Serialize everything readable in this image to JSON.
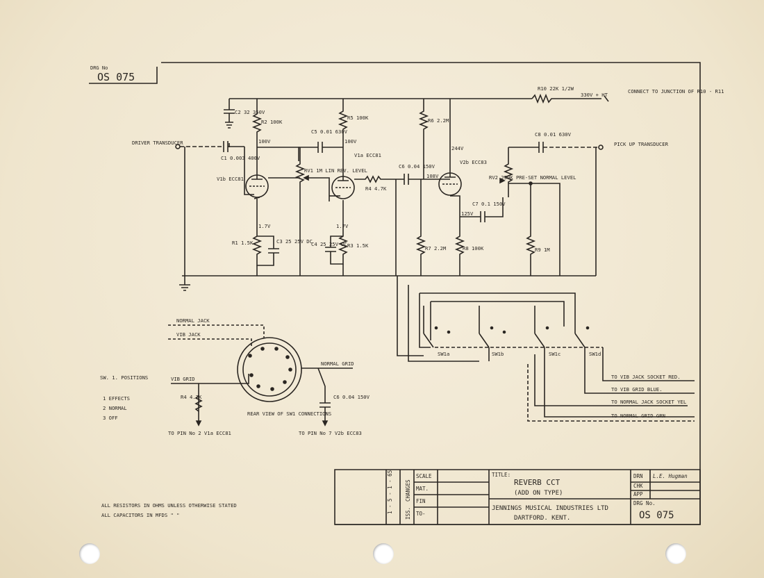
{
  "drawing_no": {
    "label": "DRG No",
    "value": "OS 075"
  },
  "inputs": {
    "driver": "DRIVER TRANSDUCER",
    "pickup": "PICK UP TRANSDUCER",
    "ht": "330V + HT",
    "ht_note": "CONNECT TO JUNCTION OF R10 - R11"
  },
  "components": {
    "c2": "C2 32 350V",
    "r2": "R2 100K",
    "r2_v": "100V",
    "c1": "C1 0.003 400V",
    "v1b": "V1b ECC81",
    "r1": "R1 1.5K",
    "r1_v": "1.7V",
    "c3": "C3 25 25V DC",
    "c5": "C5 0.01 630V",
    "rv1": "RV1 1M LIN REV. LEVEL",
    "r5": "R5 100K",
    "r5_v": "100V",
    "v1a": "V1a ECC81",
    "r4": "R4 4.7K",
    "c4": "C4 25 25V DC",
    "r3": "R3 1.5K",
    "r3_v": "1.7V",
    "c6": "C6 0.04 150V",
    "r6": "R6 2.2M",
    "r6_v": "244V",
    "v2b": "V2b ECC83",
    "v2b_v": "108V",
    "r7": "R7 2.2M",
    "r8": "R8 100K",
    "r8_v": "125V",
    "c7": "C7 0.1 150V",
    "rv2": "RV2 250K PRE-SET NORMAL LEVEL",
    "c8": "C8 0.01 630V",
    "r9": "R9 1M",
    "r10": "R10 22K 1/2W"
  },
  "switch": {
    "labels": [
      "SW1a",
      "SW1b",
      "SW1c",
      "SW1d"
    ],
    "outputs": [
      "TO VIB JACK SOCKET RED.",
      "TO VIB GRID     BLUE.",
      "TO NORMAL JACK SOCKET YEL",
      "TO NORMAL GRID    GRN"
    ]
  },
  "rear_view": {
    "normal_jack": "NORMAL JACK",
    "vib_jack": "VIB JACK",
    "vib_grid": "VIB GRID",
    "normal_grid": "NORMAL GRID",
    "caption": "REAR VIEW OF SW1 CONNECTIONS",
    "r4": "R4 4.7K",
    "c6": "C6 0.04 150V",
    "to_left": "TO PIN No 2 V1a ECC81",
    "to_right": "TO PIN No 7 V2b ECC83"
  },
  "sw_positions": {
    "title": "SW. 1. POSITIONS",
    "items": [
      "1 EFFECTS",
      "2 NORMAL",
      "3 OFF"
    ]
  },
  "notes": [
    "ALL RESISTORS IN OHMS UNLESS OTHERWISE STATED",
    "ALL CAPACITORS IN MFDS    \"         \""
  ],
  "title_block": {
    "issue_date": "1 - 5 - 1 - 65",
    "iss": "ISS.",
    "changes": "CHANGES",
    "scale_label": "SCALE",
    "mat_label": "MAT.",
    "fin_label": "FIN",
    "to_label": "TO-",
    "title_label": "TITLE:",
    "title_line1": "REVERB CCT",
    "title_line2": "(ADD ON TYPE)",
    "company_line1": "JENNINGS MUSICAL INDUSTRIES LTD",
    "company_line2": "DARTFORD. KENT.",
    "drn_label": "DRN",
    "drn_value": "L.E. Hugman",
    "chk_label": "CHK",
    "app_label": "APP",
    "drg_no_label": "DRG No.",
    "drg_no_value": "OS 075"
  }
}
